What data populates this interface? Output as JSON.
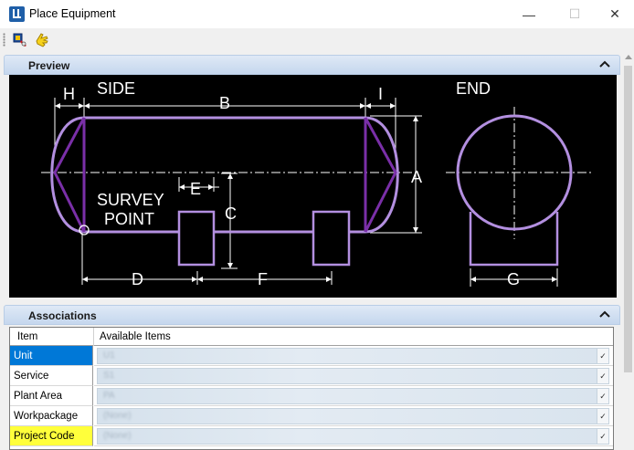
{
  "window": {
    "title": "Place Equipment",
    "min_glyph": "—",
    "max_glyph": "☐",
    "close_glyph": "✕"
  },
  "toolbar": {
    "icons": [
      "place-equipment-icon",
      "hand-pointer-icon"
    ]
  },
  "preview": {
    "header": "Preview",
    "drawing_labels": {
      "side": "SIDE",
      "end": "END",
      "h": "H",
      "b": "B",
      "i": "I",
      "a": "A",
      "e": "E",
      "c": "C",
      "survey_line1": "SURVEY",
      "survey_line2": "POINT",
      "d": "D",
      "f": "F",
      "g": "G"
    }
  },
  "associations": {
    "header": "Associations",
    "columns": {
      "item": "Item",
      "available": "Available Items"
    },
    "rows": [
      {
        "label": "Unit",
        "state": "selected",
        "value": "U1"
      },
      {
        "label": "Service",
        "state": "normal",
        "value": "S1"
      },
      {
        "label": "Plant Area",
        "state": "normal",
        "value": "PA"
      },
      {
        "label": "Workpackage",
        "state": "normal",
        "value": "(None)"
      },
      {
        "label": "Project Code",
        "state": "highlight",
        "value": "(None)"
      }
    ],
    "dropdown_glyph": "✓"
  },
  "colors": {
    "selected_row": "#0078d7",
    "highlight_row": "#ffff3b",
    "drawing_vessel": "#b38fe0",
    "drawing_head": "#7a2fa8",
    "drawing_dims": "#ffffff"
  }
}
